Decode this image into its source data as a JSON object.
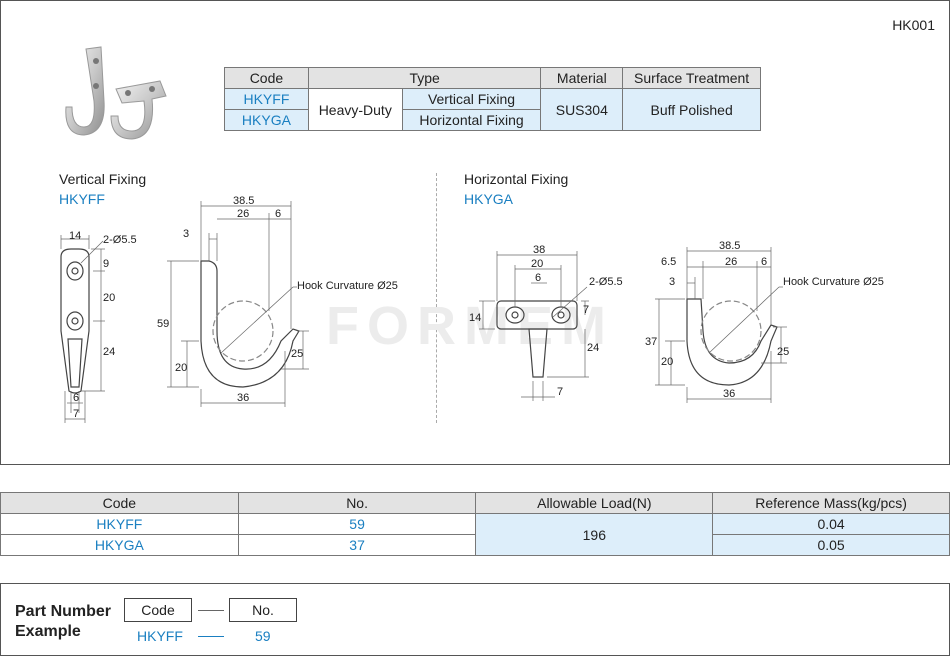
{
  "product_code": "HK001",
  "spec_table": {
    "headers": [
      "Code",
      "Type",
      "Material",
      "Surface Treatment"
    ],
    "rows": [
      {
        "code": "HKYFF",
        "fixing": "Vertical Fixing"
      },
      {
        "code": "HKYGA",
        "fixing": "Horizontal Fixing"
      }
    ],
    "type_group": "Heavy-Duty",
    "material": "SUS304",
    "surface": "Buff Polished"
  },
  "vertical": {
    "title": "Vertical Fixing",
    "code": "HKYFF",
    "dims": {
      "width": "14",
      "holes": "2-Ø5.5",
      "d9": "9",
      "d20": "20",
      "d24": "24",
      "d6": "6",
      "d7": "7",
      "top": "38.5",
      "d26": "26",
      "d6b": "6",
      "d3": "3",
      "d59": "59",
      "d20b": "20",
      "d25": "25",
      "d36": "36",
      "curvature": "Hook Curvature Ø25"
    }
  },
  "horizontal": {
    "title": "Horizontal Fixing",
    "code": "HKYGA",
    "dims": {
      "d38": "38",
      "d20": "20",
      "d6": "6",
      "holes": "2-Ø5.5",
      "d14": "14",
      "d7": "7",
      "d24": "24",
      "d7b": "7",
      "top": "38.5",
      "d65": "6.5",
      "d26": "26",
      "d6b": "6",
      "d3": "3",
      "d37": "37",
      "d20b": "20",
      "d25": "25",
      "d36": "36",
      "curvature": "Hook Curvature Ø25"
    }
  },
  "watermark": "FORMEM",
  "load_table": {
    "headers": [
      "Code",
      "No.",
      "Allowable Load(N)",
      "Reference Mass(kg/pcs)"
    ],
    "rows": [
      {
        "code": "HKYFF",
        "no": "59",
        "mass": "0.04"
      },
      {
        "code": "HKYGA",
        "no": "37",
        "mass": "0.05"
      }
    ],
    "load": "196"
  },
  "part_number": {
    "title_line1": "Part Number",
    "title_line2": "Example",
    "code_label": "Code",
    "no_label": "No.",
    "code_value": "HKYFF",
    "no_value": "59"
  }
}
